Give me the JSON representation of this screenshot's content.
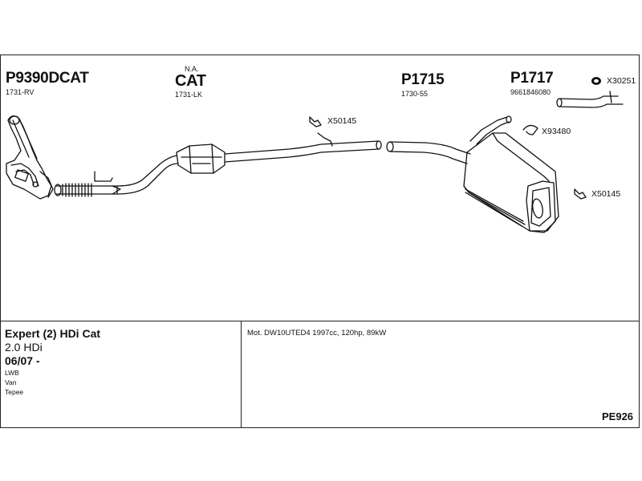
{
  "parts": [
    {
      "id": "P9390DCAT",
      "ref": "1731-RV"
    },
    {
      "note": "N.A.",
      "id": "CAT",
      "ref": "1731-LK"
    },
    {
      "id": "P1715",
      "ref": "1730-55"
    },
    {
      "id": "P1717",
      "ref": "9661846080"
    }
  ],
  "fittings": {
    "x30251": "X30251",
    "x50145_a": "X50145",
    "x93480": "X93480",
    "x50145_b": "X50145"
  },
  "vehicle": {
    "model": "Expert (2) HDi Cat",
    "engine": "2.0 HDi",
    "year": "06/07 -",
    "variants": [
      "LWB",
      "Van",
      "Tepee"
    ]
  },
  "motor": "Mot. DW10UTED4 1997cc, 120hp, 89kW",
  "diagram_code": "PE926"
}
